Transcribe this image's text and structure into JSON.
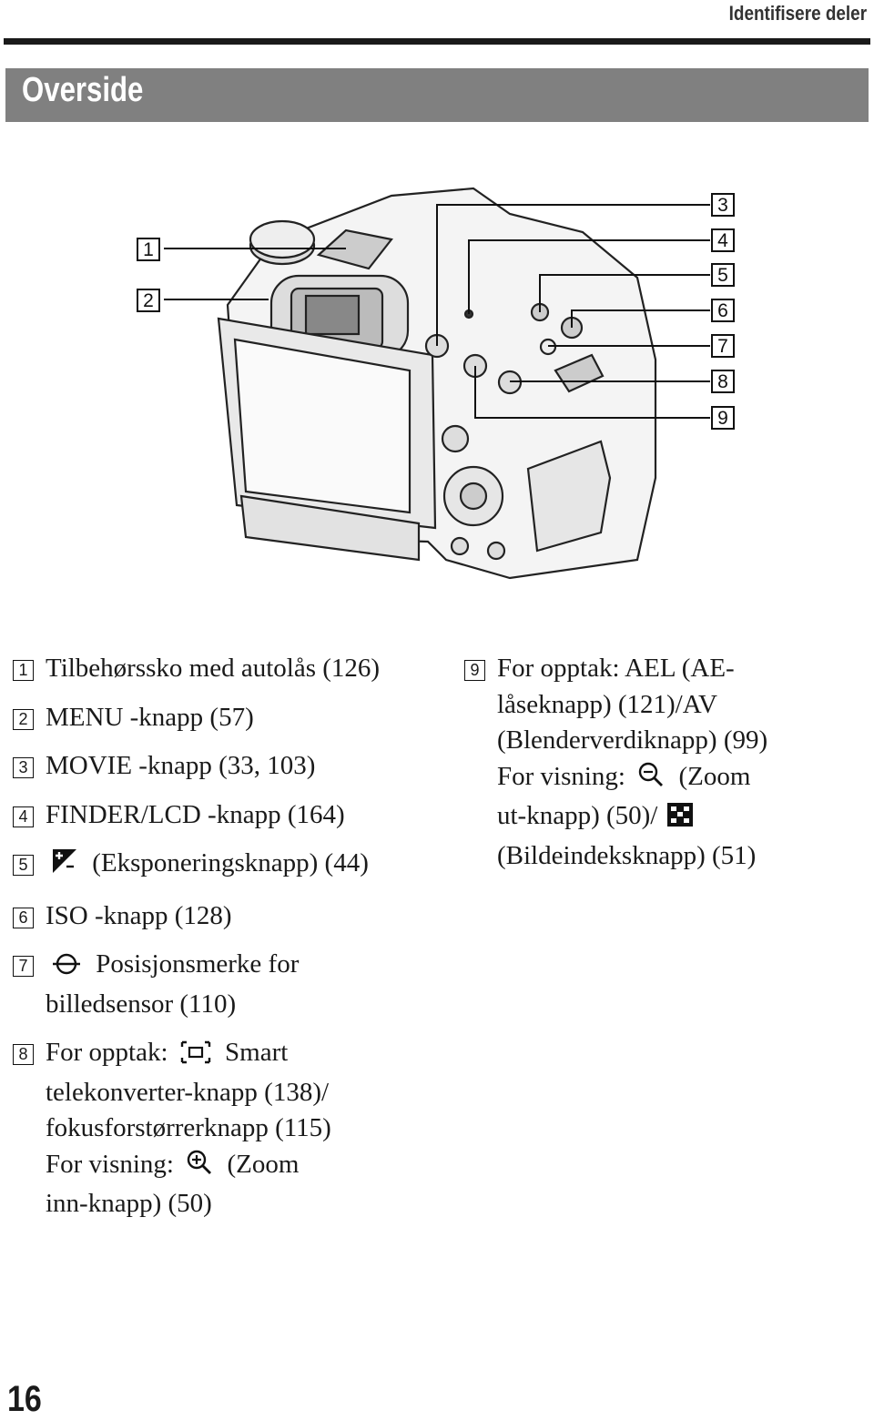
{
  "header": {
    "running_head": "Identifisere deler",
    "section_title": "Overside"
  },
  "figure": {
    "callouts_left": [
      "1",
      "2"
    ],
    "callouts_right": [
      "3",
      "4",
      "5",
      "6",
      "7",
      "8",
      "9"
    ]
  },
  "items": [
    {
      "num": "1",
      "lines": [
        "Tilbehørssko med autolås (126)"
      ]
    },
    {
      "num": "2",
      "lines": [
        "MENU -knapp (57)"
      ]
    },
    {
      "num": "3",
      "lines": [
        "MOVIE -knapp (33, 103)"
      ]
    },
    {
      "num": "4",
      "lines": [
        "FINDER/LCD -knapp (164)"
      ]
    },
    {
      "num": "5",
      "icon": "exposure-compensation-icon",
      "lines": [
        "(Eksponeringsknapp) (44)"
      ]
    },
    {
      "num": "6",
      "lines": [
        "ISO -knapp (128)"
      ]
    },
    {
      "num": "7",
      "icon": "image-sensor-mark-icon",
      "lines": [
        "Posisjonsmerke for",
        "billedsensor (110)"
      ]
    },
    {
      "num": "8",
      "lines": [
        "For opptak:",
        "Smart",
        "telekonverter-knapp (138)/",
        "fokusforstørrerknapp (115)",
        "For visning:",
        "(Zoom",
        "inn-knapp) (50)"
      ]
    },
    {
      "num": "9",
      "lines": [
        "For opptak: AEL (AE-",
        "låseknapp) (121)/AV",
        "(Blenderverdiknapp) (99)",
        "For visning:",
        "(Zoom",
        "ut-knapp) (50)/",
        "(Bildeindeksknapp) (51)"
      ]
    }
  ],
  "footer": {
    "page_number": "16"
  }
}
